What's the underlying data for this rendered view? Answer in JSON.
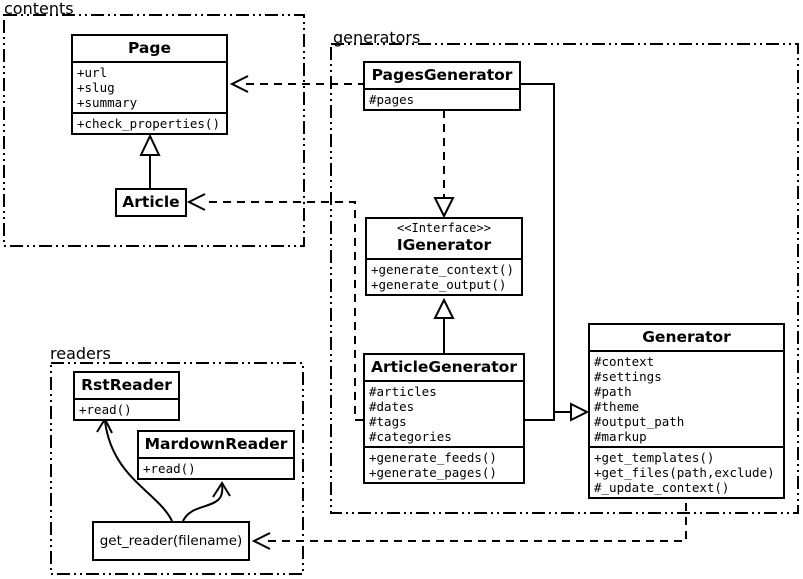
{
  "diagram": {
    "packages": {
      "contents": "contents",
      "generators": "generators",
      "readers": "readers"
    },
    "classes": {
      "page": {
        "name": "Page",
        "attributes": [
          "+url",
          "+slug",
          "+summary"
        ],
        "methods": [
          "+check_properties()"
        ]
      },
      "article": {
        "name": "Article"
      },
      "pages_generator": {
        "name": "PagesGenerator",
        "attributes": [
          "#pages"
        ]
      },
      "igenerator": {
        "stereotype": "<<Interface>>",
        "name": "IGenerator",
        "methods": [
          "+generate_context()",
          "+generate_output()"
        ]
      },
      "article_generator": {
        "name": "ArticleGenerator",
        "attributes": [
          "#articles",
          "#dates",
          "#tags",
          "#categories"
        ],
        "methods": [
          "+generate_feeds()",
          "+generate_pages()"
        ]
      },
      "generator": {
        "name": "Generator",
        "attributes": [
          "#context",
          "#settings",
          "#path",
          "#theme",
          "#output_path",
          "#markup"
        ],
        "methods": [
          "+get_templates()",
          "+get_files(path,exclude)",
          "#_update_context()"
        ]
      },
      "rst_reader": {
        "name": "RstReader",
        "methods": [
          "+read()"
        ]
      },
      "mardown_reader": {
        "name": "MardownReader",
        "methods": [
          "+read()"
        ]
      },
      "get_reader": {
        "name": "get_reader(filename)"
      }
    },
    "colors": {
      "line": "#000000",
      "background": "#ffffff",
      "box_fill": "#ffffff"
    }
  }
}
